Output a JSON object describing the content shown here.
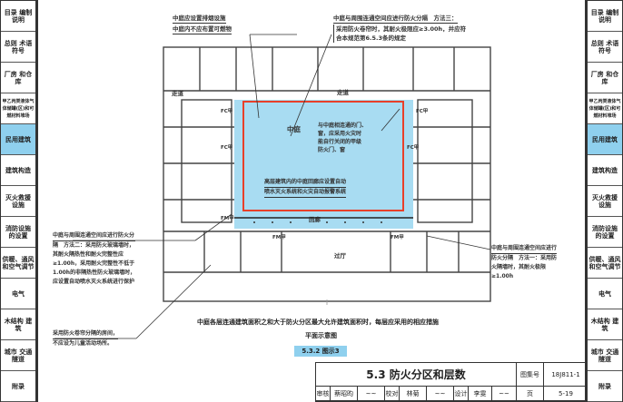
{
  "sidebar": {
    "items": [
      {
        "label": "目录 编制说明"
      },
      {
        "label": "总则 术语 符号"
      },
      {
        "label": "厂房 和仓库"
      },
      {
        "label": "甲乙丙类液体气体储罐(区)和可燃材料堆场"
      },
      {
        "label": "民用建筑",
        "active": true
      },
      {
        "label": "建筑构造"
      },
      {
        "label": "灭火救援 设施"
      },
      {
        "label": "消防设施 的设置"
      },
      {
        "label": "供暖、通风 和空气调节"
      },
      {
        "label": "电气"
      },
      {
        "label": "木结构 建筑"
      },
      {
        "label": "城市 交通隧道"
      },
      {
        "label": "附录"
      }
    ]
  },
  "plan": {
    "corridor": "走道",
    "atrium": "中庭",
    "gallery": "回廊",
    "hall": "过厅",
    "fc": "FC甲",
    "fm": "FM甲",
    "notes": {
      "smoke": "中庭应设置排烟设施",
      "combustible": "中庭内不应布置可燃物",
      "method3_title": "中庭与周围连通空间应进行防火分隔　方法三：",
      "method3_body": [
        "采用防火卷帘时，其耐火极限应≥3.00h，并应符",
        "合本规范第6.5.3条的规定"
      ],
      "doors": [
        "与中庭相连通的门、",
        "窗，应采用火灾时",
        "能自行关闭的甲级",
        "防火门、窗"
      ],
      "sprinkler": [
        "高层建筑内的中庭回廊应设置自动",
        "喷水灭火系统和火灾自动报警系统"
      ],
      "method2_title": "中庭与周围连通空间应进行防火分",
      "method2_body": [
        "隔　方法二：采用防火玻璃墙时，",
        "其耐火隔热性和耐火完整性应",
        "≥1.00h，采用耐火完整性不低于",
        "1.00h的非隔热性防火玻璃墙时，",
        "应设置自动喷水灭火系统进行保护"
      ],
      "method1_title": "中庭与周围连通空间应进行",
      "method1_body": [
        "防火分隔　方法一：采用防",
        "火隔墙时，其耐火极限",
        "≥1.00h"
      ],
      "shutter_room": "采用防火卷帘分隔的房间，",
      "shutter_room2": "不应设为儿童活动场所。"
    }
  },
  "caption": {
    "main": "中庭各层连通建筑面积之和大于防火分区最大允许建筑面积时，每层应采用的相应措施",
    "sub": "平面示意图",
    "figure": "5.3.2 图示3"
  },
  "titleblock": {
    "title": "5.3 防火分区和层数",
    "atlas_label": "图集号",
    "atlas": "18J811-1",
    "page_label": "页",
    "page": "5-19",
    "review_label": "审核",
    "reviewer": "蔡昭昀",
    "check_label": "校对",
    "checker": "林菊",
    "design_label": "设计",
    "designer": "李雯"
  },
  "colors": {
    "atrium": "#a8dcf2",
    "boundary": "#e8402a",
    "accent": "#8fd0ee"
  }
}
